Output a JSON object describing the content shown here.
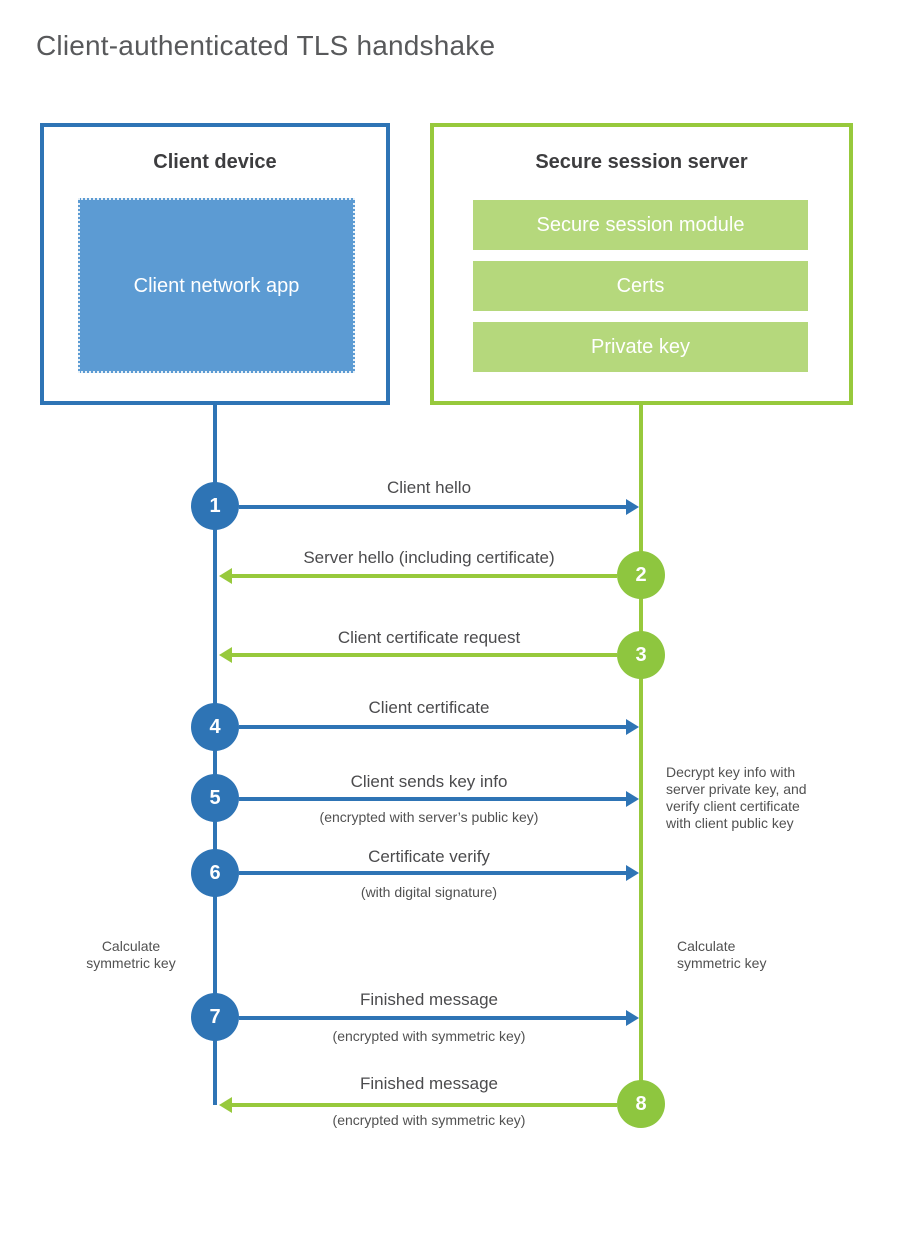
{
  "page": {
    "title": "Client-authenticated TLS handshake"
  },
  "colors": {
    "blue": "#2e74b5",
    "blue_fill": "#5c9bd3",
    "green": "#97c93c",
    "green_circle": "#8ec63f",
    "green_fill": "#b5d87c",
    "text_dark": "#3d3d3f",
    "text_label": "#4b4b4d"
  },
  "client_box": {
    "title": "Client device",
    "module": "Client network app"
  },
  "server_box": {
    "title": "Secure session server",
    "modules": [
      "Secure session module",
      "Certs",
      "Private key"
    ]
  },
  "steps": [
    {
      "num": "1",
      "label": "Client hello",
      "sub": "",
      "direction": "right",
      "color": "blue"
    },
    {
      "num": "2",
      "label": "Server hello (including certificate)",
      "sub": "",
      "direction": "left",
      "color": "green"
    },
    {
      "num": "3",
      "label": "Client certificate request",
      "sub": "",
      "direction": "left",
      "color": "green"
    },
    {
      "num": "4",
      "label": "Client certificate",
      "sub": "",
      "direction": "right",
      "color": "blue"
    },
    {
      "num": "5",
      "label": "Client sends key info",
      "sub": "(encrypted with server’s public key)",
      "direction": "right",
      "color": "blue"
    },
    {
      "num": "6",
      "label": "Certificate verify",
      "sub": "(with digital signature)",
      "direction": "right",
      "color": "blue"
    },
    {
      "num": "7",
      "label": "Finished message",
      "sub": "(encrypted with symmetric key)",
      "direction": "right",
      "color": "blue"
    },
    {
      "num": "8",
      "label": "Finished message",
      "sub": "(encrypted with symmetric key)",
      "direction": "left",
      "color": "green"
    }
  ],
  "annotations": {
    "decrypt_lines": {
      "0": "Decrypt key info with",
      "1": "server private key, and",
      "2": "verify client certificate",
      "3": "with client public key"
    },
    "calc_left": "Calculate symmetric key",
    "calc_right": "Calculate symmetric key"
  }
}
